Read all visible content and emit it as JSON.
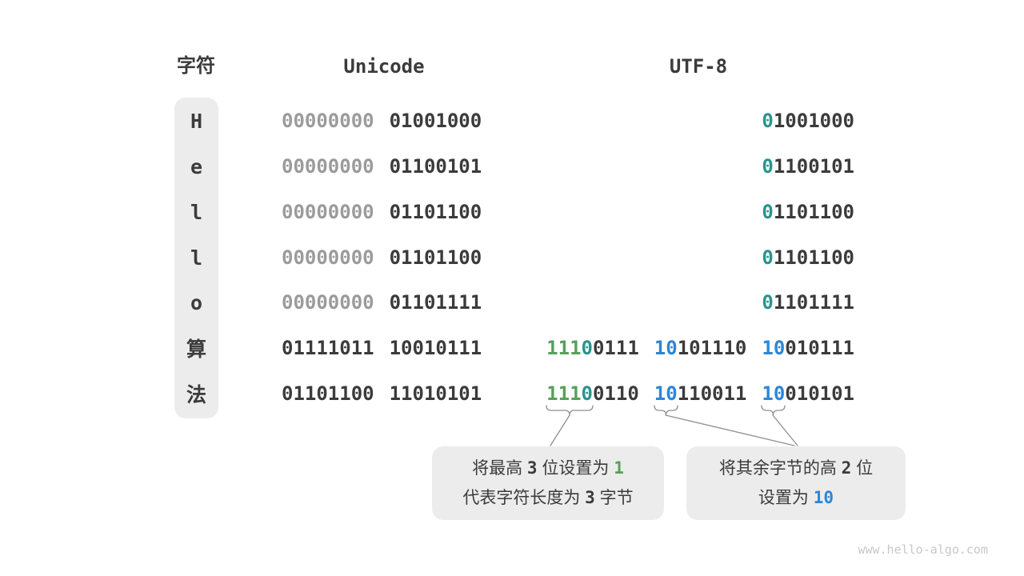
{
  "headers": {
    "char": "字符",
    "unicode": "Unicode",
    "utf8": "UTF-8"
  },
  "colors": {
    "dark": "#3b3b3b",
    "gray": "#9b9b9b",
    "green": "#57a05a",
    "teal": "#2a948c",
    "blue": "#2b87d8",
    "box_bg": "#ececec",
    "line": "#8f8f8f"
  },
  "rows": [
    {
      "char": "H",
      "unicode": [
        [
          {
            "t": "00000000",
            "c": "gray"
          }
        ],
        [
          {
            "t": "01001000",
            "c": "dark"
          }
        ]
      ],
      "utf8": [
        [
          {
            "t": "0",
            "c": "teal"
          },
          {
            "t": "1001000",
            "c": "dark"
          }
        ]
      ]
    },
    {
      "char": "e",
      "unicode": [
        [
          {
            "t": "00000000",
            "c": "gray"
          }
        ],
        [
          {
            "t": "01100101",
            "c": "dark"
          }
        ]
      ],
      "utf8": [
        [
          {
            "t": "0",
            "c": "teal"
          },
          {
            "t": "1100101",
            "c": "dark"
          }
        ]
      ]
    },
    {
      "char": "l",
      "unicode": [
        [
          {
            "t": "00000000",
            "c": "gray"
          }
        ],
        [
          {
            "t": "01101100",
            "c": "dark"
          }
        ]
      ],
      "utf8": [
        [
          {
            "t": "0",
            "c": "teal"
          },
          {
            "t": "1101100",
            "c": "dark"
          }
        ]
      ]
    },
    {
      "char": "l",
      "unicode": [
        [
          {
            "t": "00000000",
            "c": "gray"
          }
        ],
        [
          {
            "t": "01101100",
            "c": "dark"
          }
        ]
      ],
      "utf8": [
        [
          {
            "t": "0",
            "c": "teal"
          },
          {
            "t": "1101100",
            "c": "dark"
          }
        ]
      ]
    },
    {
      "char": "o",
      "unicode": [
        [
          {
            "t": "00000000",
            "c": "gray"
          }
        ],
        [
          {
            "t": "01101111",
            "c": "dark"
          }
        ]
      ],
      "utf8": [
        [
          {
            "t": "0",
            "c": "teal"
          },
          {
            "t": "1101111",
            "c": "dark"
          }
        ]
      ]
    },
    {
      "char": "算",
      "unicode": [
        [
          {
            "t": "01111011",
            "c": "dark"
          }
        ],
        [
          {
            "t": "10010111",
            "c": "dark"
          }
        ]
      ],
      "utf8": [
        [
          {
            "t": "111",
            "c": "green"
          },
          {
            "t": "0",
            "c": "teal"
          },
          {
            "t": "0111",
            "c": "dark"
          }
        ],
        [
          {
            "t": "10",
            "c": "blue"
          },
          {
            "t": "101110",
            "c": "dark"
          }
        ],
        [
          {
            "t": "10",
            "c": "blue"
          },
          {
            "t": "010111",
            "c": "dark"
          }
        ]
      ]
    },
    {
      "char": "法",
      "unicode": [
        [
          {
            "t": "01101100",
            "c": "dark"
          }
        ],
        [
          {
            "t": "11010101",
            "c": "dark"
          }
        ]
      ],
      "utf8": [
        [
          {
            "t": "111",
            "c": "green"
          },
          {
            "t": "0",
            "c": "teal"
          },
          {
            "t": "0110",
            "c": "dark"
          }
        ],
        [
          {
            "t": "10",
            "c": "blue"
          },
          {
            "t": "110011",
            "c": "dark"
          }
        ],
        [
          {
            "t": "10",
            "c": "blue"
          },
          {
            "t": "010101",
            "c": "dark"
          }
        ]
      ]
    }
  ],
  "callouts": [
    {
      "lines": [
        [
          {
            "t": "将最高 "
          },
          {
            "t": "3",
            "mono": true
          },
          {
            "t": " 位设置为 "
          },
          {
            "t": "1",
            "c": "green",
            "mono": true
          }
        ],
        [
          {
            "t": "代表字符长度为 "
          },
          {
            "t": "3",
            "mono": true
          },
          {
            "t": " 字节"
          }
        ]
      ]
    },
    {
      "lines": [
        [
          {
            "t": "将其余字节的高 "
          },
          {
            "t": "2",
            "mono": true
          },
          {
            "t": " 位"
          }
        ],
        [
          {
            "t": "设置为 "
          },
          {
            "t": "10",
            "c": "blue",
            "mono": true
          }
        ]
      ]
    }
  ],
  "watermark": "www.hello-algo.com"
}
